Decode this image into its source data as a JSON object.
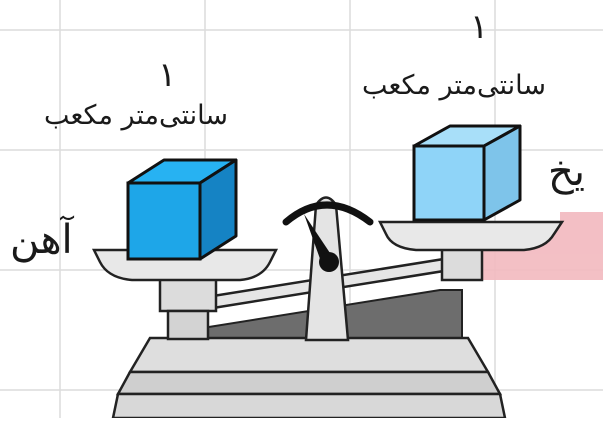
{
  "left_pan": {
    "material": "آهن",
    "volume_value": "۱",
    "volume_unit": "سانتی‌متر مکعب"
  },
  "right_pan": {
    "material": "یخ",
    "volume_value": "۱",
    "volume_unit": "سانتی‌متر مکعب"
  },
  "colors": {
    "grid": "#dcdcdc",
    "iron_cube_front": "#1ea6e8",
    "iron_cube_top": "#27b2f2",
    "iron_cube_side": "#1583c4",
    "ice_cube_front": "#8fd4f8",
    "ice_cube_top": "#a8dff9",
    "ice_cube_side": "#7ec4ea",
    "scale_body": "#dedede",
    "scale_dark": "#6d6d6d",
    "watermark": "#f2b9bf"
  },
  "icons": {
    "needle": "scale-needle-icon",
    "dial": "scale-dial-icon"
  }
}
